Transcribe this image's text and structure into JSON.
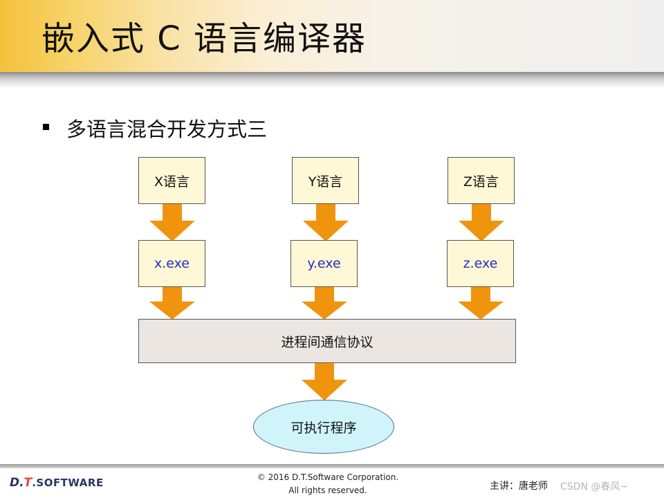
{
  "title": "嵌入式 C 语言编译器",
  "bullet": "多语言混合开发方式三",
  "diagram": {
    "languages": [
      "X语言",
      "Y语言",
      "Z语言"
    ],
    "executables": [
      "x.exe",
      "y.exe",
      "z.exe"
    ],
    "ipc_label": "进程间通信协议",
    "result_label": "可执行程序"
  },
  "colors": {
    "box_fill": "#fff8d6",
    "arrow": "#f0940e",
    "ipc_fill": "#ebe6e1",
    "ellipse_fill": "#cff4fa",
    "exe_text": "#2929c9"
  },
  "footer": {
    "logo_prefix": "D.",
    "logo_accent": "T",
    "logo_suffix": ".SOFTWARE",
    "copyright_line1": "© 2016 D.T.Software Corporation.",
    "copyright_line2": "All rights reserved.",
    "lecturer": "主讲：唐老师",
    "watermark": "CSDN @春风~"
  }
}
